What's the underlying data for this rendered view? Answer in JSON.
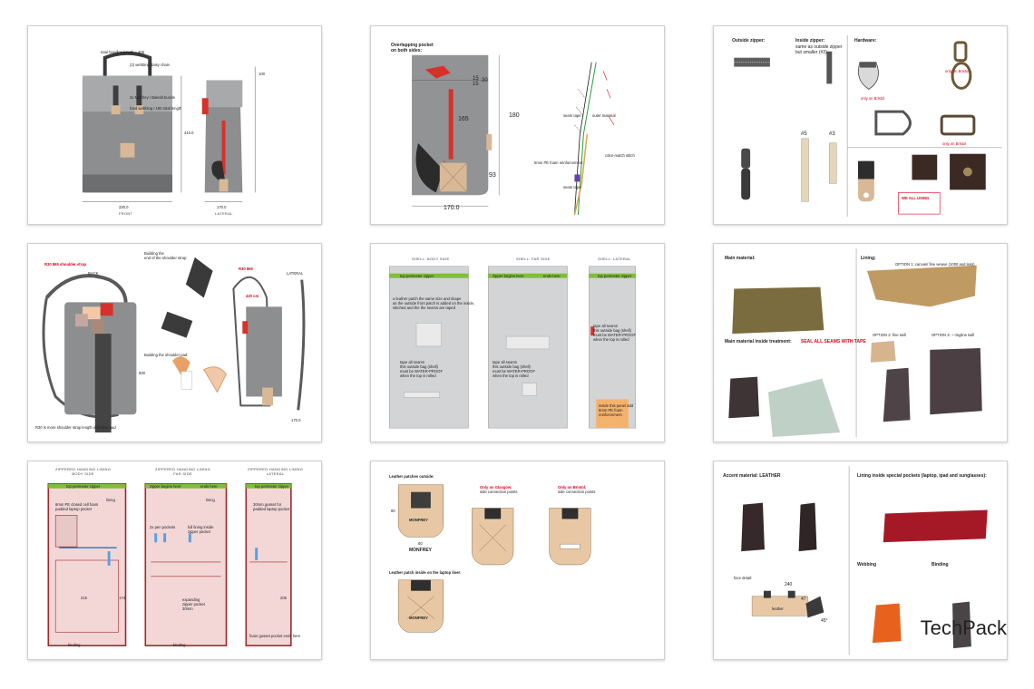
{
  "brand": "TechPack",
  "sheet1": {
    "labels": [
      "(2) webbing daisy chain",
      "2x Manfrey / Bakelit buckle",
      "hard webbing / 190 total length",
      "total handles length = 405"
    ],
    "dim_height": "410.0",
    "dim_width_front": "330.0",
    "dim_width_side": "170.0",
    "dim_top": "100",
    "cap_front": "FRONT",
    "cap_side": "LATERAL"
  },
  "sheet2": {
    "title": "Overlapping pocket\non both sides:",
    "dim_15a": "15",
    "dim_15b": "15",
    "dim_30": "30",
    "dim_165": "165",
    "dim_180": "180",
    "dim_93": "93",
    "dim_170": "170.0",
    "labels": [
      "seam tape",
      "outer material",
      "5mm PE foam reinforcement",
      "color-match stitch",
      "seam tape"
    ]
  },
  "sheet3": {
    "outside_zipper": "Outside zipper:",
    "inside_zipper": "Inside zipper:",
    "inside_zipper_note": "same as outside zipper\nbut smaller (#3)",
    "hardware": "Hardware:",
    "only_bristol": "only on Bristol",
    "size5": "#5",
    "size3": "#3",
    "we_all_using": "WE ALL USING"
  },
  "sheet4": {
    "red_note_top": "R30 865 shoulder strap",
    "back": "BACK",
    "lateral": "LATERAL",
    "building_strap": "Building the\nend of the shoulder strap:",
    "building_pad": "Building the shoulder pad:",
    "dim_500": "500",
    "dim_170": "170.0",
    "red_side_a": "R30 865",
    "red_side_b": "420 cm",
    "bottom_note": "R30 is more shoulder strap length including pad"
  },
  "sheet5": {
    "col1": "SHELL: BODY SIDE",
    "col2": "SHELL: FAR SIDE",
    "col3": "SHELL: LATERAL",
    "zip1": "top perimeter zipper",
    "zip2a": "zipper begins here",
    "zip2b": "ends here",
    "zip3": "top perimeter zipper",
    "note1": "a leather patch the same size and shape\nas the outside front patch is added on the inside,\nstitched and the the seams are taped",
    "note2": "tape all seams\nthis outside bag (shell)\nmust be WATER-PROOF\nwhen the top is rolled",
    "note3": "tape all seams\nthis outside bag (shell)\nmust be WATER-PROOF\nwhen the top is rolled",
    "note4": "tape all seams\nthis outside bag (shell)\nmust be WATER-PROOF\nwhen the top is rolled",
    "note5": "inside this panel add\n5mm PE foam\nreinforcement"
  },
  "sheet6": {
    "main": "Main material:",
    "lining": "Lining:",
    "treatment": "Main material inside treatment:",
    "treatment_red": "SEAL ALL SEAMS WITH TAPE",
    "opt1": "OPTION 1: canvas/ fine weave (1000 and less)",
    "opt2": "OPTION 2: fine twill",
    "opt3": "OPTION 3: ~ ringline twill"
  },
  "sheet7": {
    "col1": "ZIPPERED HANGING LINING\nBODY SIDE",
    "col2": "ZIPPERED HANGING LINING\nFAR SIDE",
    "col3": "ZIPPERED HANGING LINING\nLATERAL",
    "zip1": "top perimeter zipper",
    "zip2a": "zipper begins here",
    "zip2b": "ends here",
    "zip3": "top perimeter zipper",
    "lining": "lining",
    "binding": "binding",
    "dim_215": "215",
    "dim_174": "174",
    "dim_205": "205",
    "note1": "8mm PE closed cell foam\npadded laptop pocket",
    "note2": "2x pen pockets",
    "note3": "full lining inside\nzipper pocket",
    "note4": "30mm gusset for\npadded laptop pocket",
    "note5": "expanding\nzipper pocket\n30mm",
    "note6": "foam gusset pocket ends here"
  },
  "sheet8": {
    "title1": "Leather patches outside:",
    "title2": "Only on Glasgow:",
    "title2b": "side connection points",
    "title3": "Only on Bristol:",
    "title3b": "side connection points",
    "title4": "Leather patch inside on the laptop liner:",
    "logo": "MONFREY",
    "dim_60": "60",
    "dim_80": "80"
  },
  "sheet9": {
    "accent": "Accent material: LEATHER",
    "lining_pockets": "Lining inside special pockets (laptop, ipad and sunglasses):",
    "webbing": "Webbing",
    "binding": "Binding",
    "face_detail": "face detail:",
    "dim_240": "240",
    "dim_47": "47",
    "dim_45": "45°",
    "leather": "leather"
  }
}
